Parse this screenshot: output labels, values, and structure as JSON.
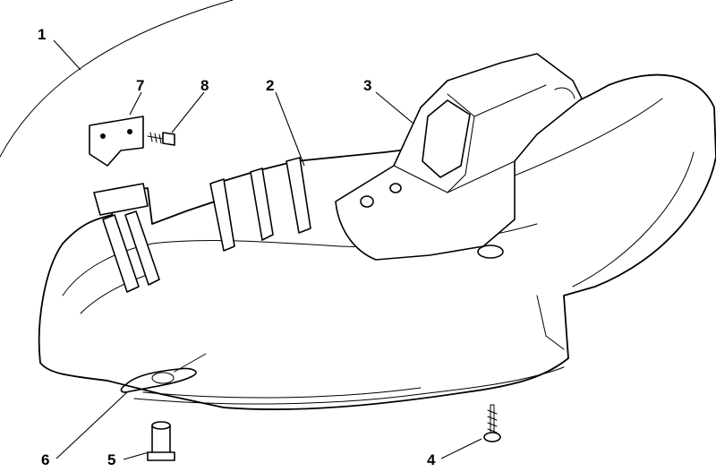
{
  "callouts": {
    "c1": "1",
    "c2": "2",
    "c3": "3",
    "c4": "4",
    "c5": "5",
    "c6": "6",
    "c7": "7",
    "c8": "8"
  },
  "parts": {
    "p1": "housing",
    "p2": "rib-guide",
    "p3": "chute-mount",
    "p4": "screw",
    "p5": "pin",
    "p6": "spring-clip",
    "p7": "bracket",
    "p8": "bolt"
  }
}
